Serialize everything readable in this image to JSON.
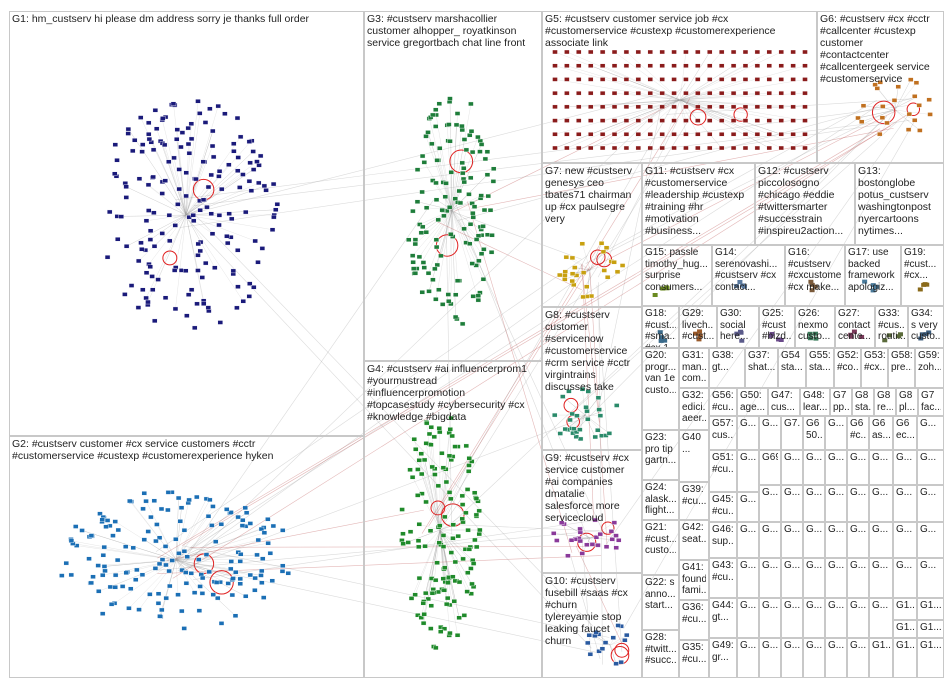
{
  "groups": [
    {
      "id": "G1",
      "text": "G1: hm_custserv hi please dm address sorry je thanks full order",
      "color": "#1a1a7a",
      "nodes": 190
    },
    {
      "id": "G2",
      "text": "G2: #custserv customer #cx service customers #cctr\n#customerservice #custexp #customerexperience hyken",
      "color": "#1b6fb5",
      "nodes": 170
    },
    {
      "id": "G3",
      "text": "G3: #custserv marshacollier\ncustomer alhopper_ royatkinson\nservice gregortbach chat line front",
      "color": "#1e7d3a",
      "nodes": 140
    },
    {
      "id": "G4",
      "text": "G4: #custserv #ai influencerprom1\n#yourmustread\n#influencerpromotion\n#topcasestudy #cybersecurity #cx\n#knowledge #bigdata",
      "color": "#1f8a2a",
      "nodes": 150
    },
    {
      "id": "G5",
      "text": "G5: #custserv customer service job #cx\n#customerservice #custexp #customerexperience\nassociate link",
      "color": "#8a1b1b",
      "nodes": 176
    },
    {
      "id": "G6",
      "text": "G6: #custserv #cx #cctr\n#callcenter #custexp\ncustomer\n#contactcenter\n#callcentergeek service\n#customerservice",
      "color": "#c07020",
      "nodes": 22
    },
    {
      "id": "G7",
      "text": "G7: new #custserv\ngenesys ceo\ntbates71 chairman\nup #cx paulsegre\nvery",
      "color": "#c8a010",
      "nodes": 26
    },
    {
      "id": "G8",
      "text": "G8: #custserv\ncustomer\n#servicenow\n#customerservice\n#crm service #cctr\nvirgintrains\ndiscusses take",
      "color": "#2a8a6a",
      "nodes": 30
    },
    {
      "id": "G9",
      "text": "G9: #custserv #cx\nservice customer\n#ai companies\ndmatalie\nsalesforce more\nservicecloud",
      "color": "#8a3a9a",
      "nodes": 26
    },
    {
      "id": "G10",
      "text": "G10: #custserv\nfusebill #saas #cx\n#churn\ntylereyamie stop\nleaking faucet\nchurn",
      "color": "#2a5aa0",
      "nodes": 16
    },
    {
      "id": "G11",
      "text": "G11: #custserv #cx\n#customerservice\n#leadership #custexp\n#training #hr\n#motivation\n#business...",
      "color": "#6a8a20",
      "nodes": 10
    },
    {
      "id": "G12",
      "text": "G12: #custserv\npiccolosogno\n#chicago #eddie\n#twittersmarter\n#successtrain\n#inspireu2action...",
      "color": "#5a7aa0",
      "nodes": 10
    },
    {
      "id": "G13",
      "text": "G13:\nbostonglobe\npotus_custserv\nwashingtonpost\nnyercartoons\nnytimes...",
      "color": "#7a5a3a",
      "nodes": 9
    },
    {
      "id": "G14",
      "text": "G14:\nserenovashi...\n#custserv #cx\ncontact...",
      "color": "#4a7a9a",
      "nodes": 5
    },
    {
      "id": "G15",
      "text": "G15: passle\ntimothy_hug...\nsurprise\nconsumers...",
      "color": "#8a6a1a",
      "nodes": 6
    },
    {
      "id": "G16",
      "text": "G16:\n#custserv\n#cxcustomer\n#cx make...",
      "color": "#3a6a8a",
      "nodes": 5
    },
    {
      "id": "G17",
      "text": "G17: use\nbacked\nframework\napologiz...",
      "color": "#9a5a2a",
      "nodes": 5
    },
    {
      "id": "G18",
      "text": "G18:\n#cust...\n#sma...\n#cx 1...",
      "color": "#5a5a8a",
      "nodes": 5
    },
    {
      "id": "G19",
      "text": "G19:\n#cust...\n#cx...",
      "color": "#6a4a8a",
      "nodes": 4
    },
    {
      "id": "G20",
      "text": "G20:\nprogr...\nvan 1e\ncusto...",
      "color": "#3a7a5a",
      "nodes": 5
    },
    {
      "id": "G21",
      "text": "G21:\n#cust...\ncusto...",
      "color": "#7a3a5a",
      "nodes": 4
    },
    {
      "id": "G22",
      "text": "G22: s\nanno...\nstart...",
      "color": "#5a6a3a",
      "nodes": 4
    },
    {
      "id": "G23",
      "text": "G23:\npro tip\ngartn...",
      "color": "#3a5a7a",
      "nodes": 4
    },
    {
      "id": "G24",
      "text": "G24:\nalask...\nflight...",
      "color": "#8a4a3a",
      "nodes": 4
    },
    {
      "id": "G25",
      "text": "G25:\n#cust\n#bizd...",
      "color": "#4a4a6a",
      "nodes": 3
    },
    {
      "id": "G26",
      "text": "G26:\nnexmo\ncusto...",
      "color": "#6a6a2a",
      "nodes": 3
    },
    {
      "id": "G27",
      "text": "G27:\ncontact\ncente...",
      "color": "#2a6a6a",
      "nodes": 3
    },
    {
      "id": "G28",
      "text": "G28:\n#twitt...\n#succ...",
      "color": "#6a2a6a",
      "nodes": 3
    },
    {
      "id": "G29",
      "text": "G29:\nlivech...\n#cust...",
      "color": "#4a6a4a",
      "nodes": 3
    },
    {
      "id": "G30",
      "text": "G30:\nsocial\nhere...",
      "color": "#6a4a2a",
      "nodes": 3
    },
    {
      "id": "G31",
      "text": "G31:\nman...\ncom...",
      "color": "#2a4a6a",
      "nodes": 3
    },
    {
      "id": "G32",
      "text": "G32:\nedici...\naeer...",
      "color": "#5a3a3a",
      "nodes": 3
    },
    {
      "id": "G33",
      "text": "G33:\n#cus...\nrouti...",
      "color": "#3a3a5a",
      "nodes": 3
    },
    {
      "id": "G34",
      "text": "G34:\ns very\ncusto...",
      "color": "#4a5a5a",
      "nodes": 3
    },
    {
      "id": "G35",
      "text": "G35:\n#cu...",
      "color": "#5a5a3a",
      "nodes": 3
    },
    {
      "id": "G36",
      "text": "G36:\n#cu...",
      "color": "#3a5a3a",
      "nodes": 3
    },
    {
      "id": "G37",
      "text": "G37:\nshat...",
      "color": "#5a3a5a",
      "nodes": 3
    },
    {
      "id": "G38",
      "text": "G38:\ngt...",
      "color": "#3a4a4a",
      "nodes": 3
    },
    {
      "id": "G39",
      "text": "G39:\n#cu...",
      "color": "#4a3a4a",
      "nodes": 3
    },
    {
      "id": "G40",
      "text": "G40\n...",
      "color": "#4a4a3a",
      "nodes": 3
    },
    {
      "id": "G41",
      "text": "G41:\nfound\nfami...",
      "color": "#3a4a5a",
      "nodes": 3
    },
    {
      "id": "G42",
      "text": "G42:\nseat...",
      "color": "#5a4a4a",
      "nodes": 3
    },
    {
      "id": "G43",
      "text": "G43:\n#cu...",
      "color": "#4a5a4a",
      "nodes": 3
    },
    {
      "id": "G44",
      "text": "G44:\ngt...",
      "color": "#5a4a5a",
      "nodes": 3
    },
    {
      "id": "G45",
      "text": "G45:\n#cu...",
      "color": "#4a4a5a",
      "nodes": 3
    },
    {
      "id": "G46",
      "text": "G46:\nsup...",
      "color": "#5a5a4a",
      "nodes": 3
    },
    {
      "id": "G47",
      "text": "G47:\ncus...",
      "color": "#3a3a4a",
      "nodes": 3
    },
    {
      "id": "G48",
      "text": "G48:\nlear...",
      "color": "#4a3a3a",
      "nodes": 3
    },
    {
      "id": "G49",
      "text": "G49:\ngr...",
      "color": "#3a4a3a",
      "nodes": 3
    },
    {
      "id": "G50",
      "text": "G50:\nage...",
      "color": "#4a4a4a",
      "nodes": 3
    },
    {
      "id": "G51",
      "text": "G51:\n#cu...",
      "color": "#5a3a4a",
      "nodes": 3
    },
    {
      "id": "G52",
      "text": "G52:\n#co...",
      "color": "#3a5a4a",
      "nodes": 3
    },
    {
      "id": "G53",
      "text": "G53:\n#cx...",
      "color": "#4a3a5a",
      "nodes": 3
    },
    {
      "id": "G54",
      "text": "G54\nsta...",
      "color": "#5a4a3a",
      "nodes": 3
    },
    {
      "id": "G55",
      "text": "G55:\nsta...",
      "color": "#3a4a5a",
      "nodes": 3
    },
    {
      "id": "G56",
      "text": "G56:\n#cu...",
      "color": "#4a5a3a",
      "nodes": 3
    },
    {
      "id": "G57",
      "text": "G57:\ncus...",
      "color": "#5a3a3a",
      "nodes": 3
    },
    {
      "id": "G58",
      "text": "G58:\npre...",
      "color": "#3a3a5a",
      "nodes": 3
    },
    {
      "id": "G59",
      "text": "G59:\nzoh...",
      "color": "#4a4a5a",
      "nodes": 3
    },
    {
      "id": "G69",
      "text": "G69",
      "color": "#4a4a4a",
      "nodes": 3
    }
  ],
  "small_cells": {
    "row_a": [
      "G7...",
      "G8...",
      "G6...",
      "G7...",
      "G8...",
      "G..."
    ],
    "row_b": [
      "G...",
      "G...",
      "G...",
      "G...",
      "G...",
      "G..."
    ],
    "labels": {
      "G7a": "G7\npp...",
      "G8a": "G8\nsta...",
      "G8b": "G8\nre...",
      "G8c": "G8\npl...",
      "G7b": "G7\nfac...",
      "G6a": "G6\n50...",
      "G6b": "G6\n#c...",
      "G6c": "G6\nas...",
      "G6d": "G6\nec...",
      "G1a": "G1...",
      "G1b": "G1...",
      "G1c": "G1...",
      "G1d": "G1...",
      "G1e": "G1..."
    }
  },
  "edge_colors": {
    "dense": "#999999",
    "inter": "#b03030",
    "self_loop": "#e02020"
  }
}
